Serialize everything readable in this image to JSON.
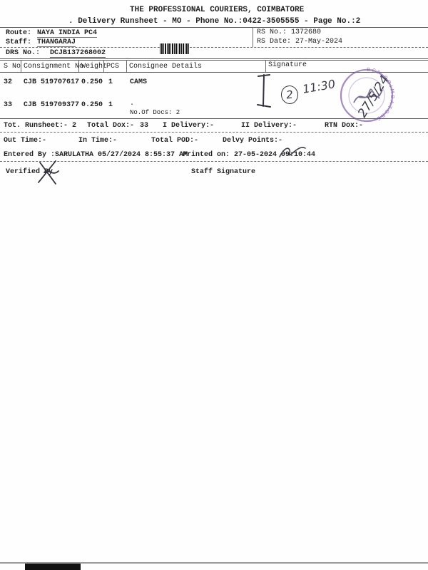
{
  "doc": {
    "title": "THE PROFESSIONAL COURIERS, COIMBATORE",
    "subtitle": ". Delivery Runsheet - MO - Phone No.:0422-3505555 - Page No.:2",
    "route_label": "Route:",
    "route_value": "NAYA INDIA PC4",
    "staff_label": "Staff:",
    "staff_value": "THANGARAJ",
    "drs_label": "DRS No.:",
    "drs_value": "DCJB137268002",
    "rs_no": "RS No.: 1372680",
    "rs_date": "RS Date: 27-May-2024"
  },
  "table": {
    "headers": {
      "sno": "S No",
      "consignment": "Consignment No",
      "weight": "Weight",
      "pcs": "PCS",
      "consignee": "Consignee Details",
      "signature": "Signature"
    },
    "rows": [
      {
        "sno": "32",
        "consignment": "CJB 519707617",
        "weight": "0.250",
        "pcs": "1",
        "consignee": "CAMS",
        "note": ""
      },
      {
        "sno": "33",
        "consignment": "CJB 519709377",
        "weight": "0.250",
        "pcs": "1",
        "consignee": ".",
        "note": "No.Of Docs: 2"
      }
    ]
  },
  "summary": {
    "tot_runsheet": "Tot. Runsheet:- 2",
    "total_dox_label": "Total Dox:-",
    "total_dox_value": "33",
    "i_delivery": "I Delivery:-",
    "ii_delivery": "II Delivery:-",
    "rtn_dox": "RTN Dox:-",
    "out_time": "Out Time:-",
    "in_time": "In Time:-",
    "total_pod": "Total POD:-",
    "delvy_points": "Delvy Points:-",
    "entered_by": "Entered By :SARULATHA 05/27/2024 8:55:37 AM",
    "printed_on": "Printed on: 27-05-2024 09:10:44",
    "verified_by": "Verified By",
    "staff_signature": "Staff Signature"
  },
  "handwriting": {
    "circled_number": "2",
    "time_note": "11:30",
    "date_note": "27/5/24"
  },
  "stamp": {
    "ring_text": "B C P   ·   C O I M B A T O R E   ·",
    "color": "#7d55a8"
  }
}
